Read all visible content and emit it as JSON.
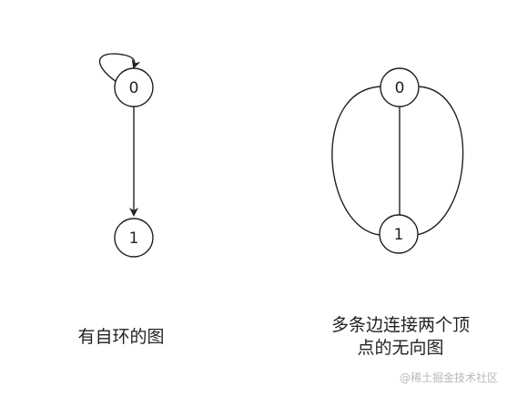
{
  "diagrams": {
    "left": {
      "nodes": [
        {
          "id": "0",
          "label": "0"
        },
        {
          "id": "1",
          "label": "1"
        }
      ],
      "caption": "有自环的图"
    },
    "right": {
      "nodes": [
        {
          "id": "0",
          "label": "0"
        },
        {
          "id": "1",
          "label": "1"
        }
      ],
      "caption_lines": [
        "多条边连接两个顶",
        "点的无向图"
      ]
    }
  },
  "watermark": "@稀土掘金技术社区",
  "colors": {
    "stroke": "#222222",
    "text": "#222222",
    "watermark": "#b8b8b8"
  }
}
